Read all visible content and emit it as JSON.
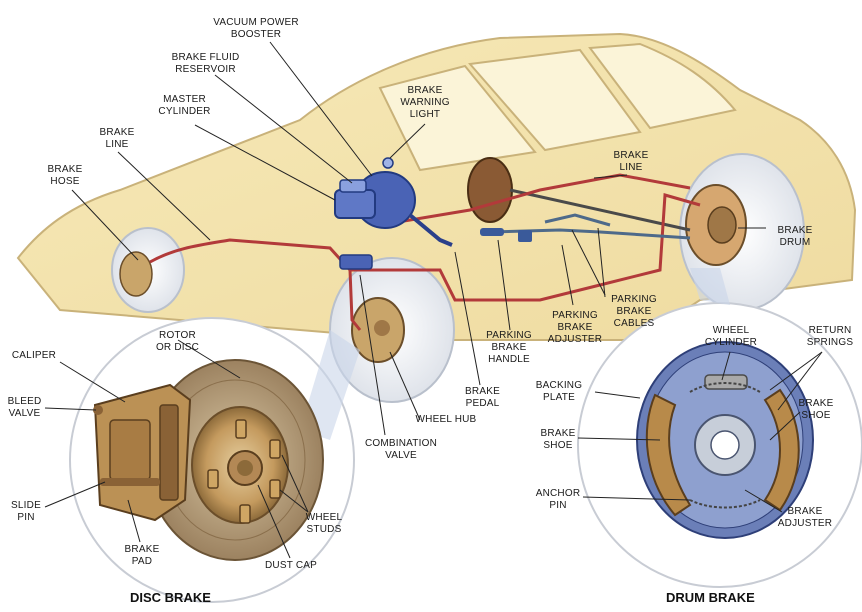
{
  "labels": {
    "vacuum_power_booster": "VACUUM POWER\nBOOSTER",
    "brake_fluid_reservoir": "BRAKE FLUID\nRESERVOIR",
    "master_cylinder": "MASTER\nCYLINDER",
    "brake_warning_light": "BRAKE\nWARNING\nLIGHT",
    "brake_line_left": "BRAKE\nLINE",
    "brake_hose": "BRAKE\nHOSE",
    "brake_line_right": "BRAKE\nLINE",
    "brake_drum": "BRAKE\nDRUM",
    "parking_brake_cables": "PARKING\nBRAKE\nCABLES",
    "parking_brake_adjuster": "PARKING\nBRAKE\nADJUSTER",
    "parking_brake_handle": "PARKING\nBRAKE\nHANDLE",
    "brake_pedal": "BRAKE\nPEDAL",
    "wheel_hub": "WHEEL HUB",
    "combination_valve": "COMBINATION\nVALVE",
    "rotor_or_disc": "ROTOR\nOR DISC",
    "caliper": "CALIPER",
    "bleed_valve": "BLEED\nVALVE",
    "slide_pin": "SLIDE\nPIN",
    "brake_pad": "BRAKE\nPAD",
    "dust_cap": "DUST CAP",
    "wheel_studs": "WHEEL\nSTUDS",
    "wheel_cylinder": "WHEEL\nCYLINDER",
    "return_springs": "RETURN\nSPRINGS",
    "backing_plate": "BACKING\nPLATE",
    "brake_shoe_right": "BRAKE\nSHOE",
    "brake_shoe_left": "BRAKE\nSHOE",
    "anchor_pin": "ANCHOR\nPIN",
    "brake_adjuster": "BRAKE\nADJUSTER"
  },
  "captions": {
    "disc_brake": "DISC BRAKE",
    "drum_brake": "DRUM BRAKE"
  },
  "colors": {
    "car_body": "#f4e6b0",
    "brake_line": "#b23a3a",
    "booster": "#4a63b5",
    "disc_metal": "#c9a56a",
    "drum_shoe": "#b88a4a",
    "backing_plate": "#6b7fb8"
  }
}
